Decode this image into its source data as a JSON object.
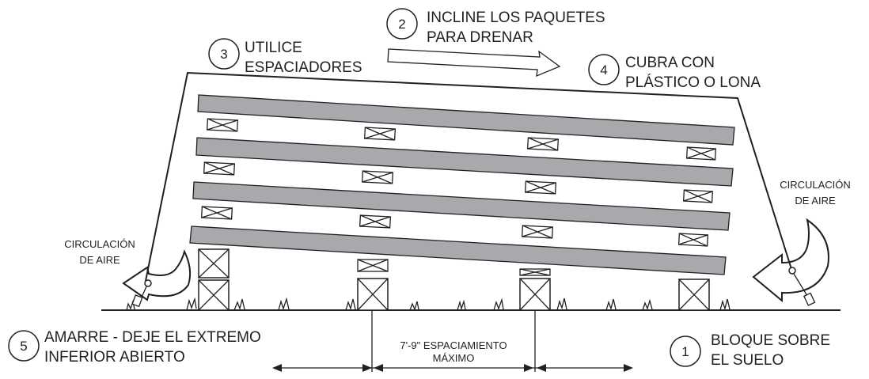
{
  "steps": [
    {
      "number": "1",
      "lines": [
        "BLOQUE SOBRE",
        "EL SUELO"
      ]
    },
    {
      "number": "2",
      "lines": [
        "INCLINE LOS PAQUETES",
        "PARA DRENAR"
      ]
    },
    {
      "number": "3",
      "lines": [
        "UTILICE",
        "ESPACIADORES"
      ]
    },
    {
      "number": "4",
      "lines": [
        "CUBRA CON",
        "PLÁSTICO O LONA"
      ]
    },
    {
      "number": "5",
      "lines": [
        "AMARRE - DEJE EL EXTREMO",
        "INFERIOR ABIERTO"
      ]
    }
  ],
  "air_left": [
    "CIRCULACIÓN",
    "DE AIRE"
  ],
  "air_right": [
    "CIRCULACIÓN",
    "DE AIRE"
  ],
  "spacing": [
    "7'-9\" ESPACIAMIENTO",
    "MÁXIMO"
  ],
  "colors": {
    "board": "#a7a9ac",
    "line": "#231f20",
    "background": "#ffffff"
  }
}
